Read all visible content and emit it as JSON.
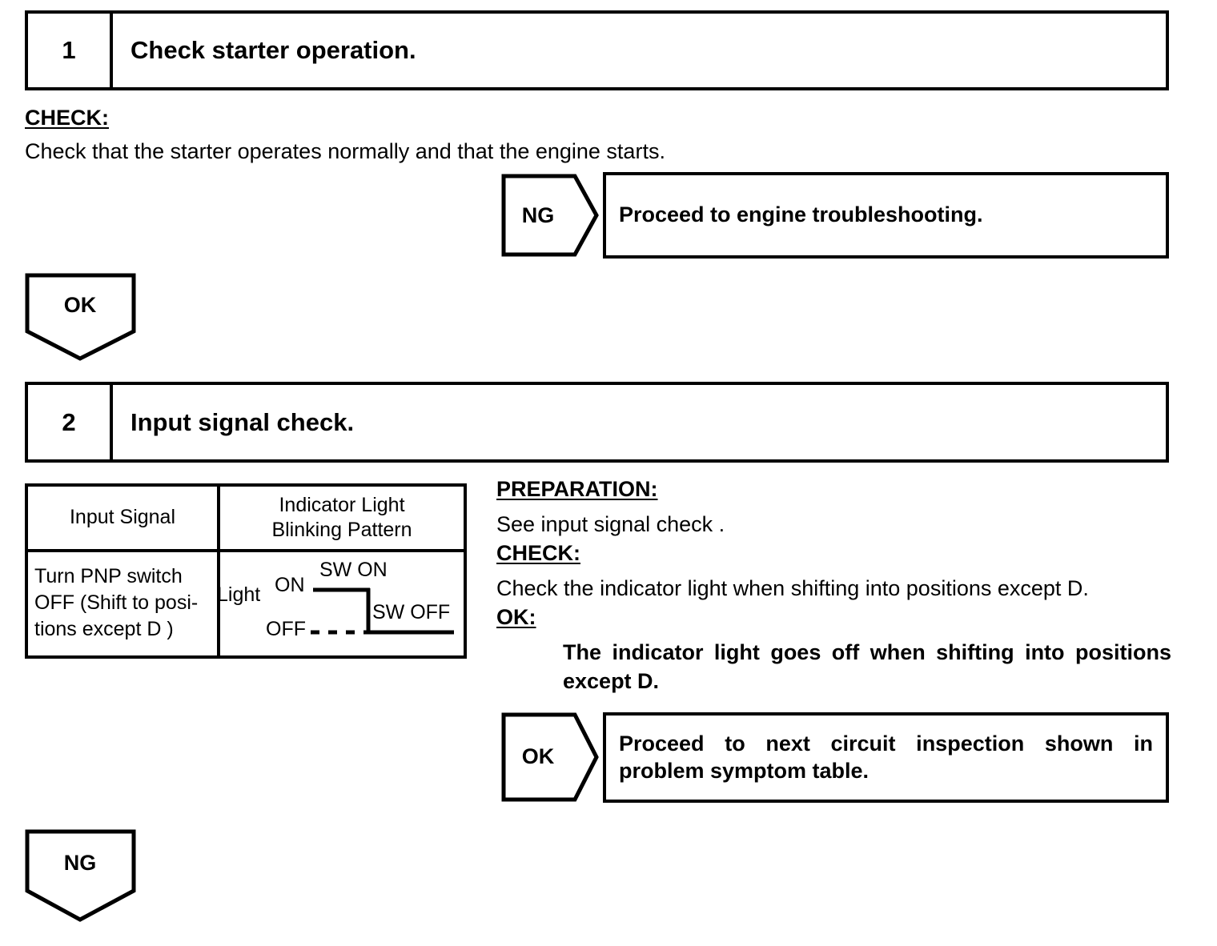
{
  "steps": [
    {
      "number": "1",
      "title": "Check starter operation."
    },
    {
      "number": "2",
      "title": "Input signal check."
    }
  ],
  "step1": {
    "check_label": "CHECK:",
    "check_text": "Check that the starter operates normally and that the engine starts.",
    "ng_arrow": "NG",
    "ng_result": "Proceed to engine troubleshooting.",
    "ok_arrow": "OK"
  },
  "step2": {
    "table": {
      "headers": [
        "Input Signal",
        "Indicator Light\nBlinking Pattern"
      ],
      "row": {
        "input_signal": "Turn PNP switch\nOFF (Shift to posi-\ntions except D )",
        "waveform": {
          "axis_label": "Light",
          "on_label": "ON",
          "off_label": "OFF",
          "sw_on_label": "SW ON",
          "sw_off_label": "SW OFF"
        }
      }
    },
    "preparation_label": "PREPARATION:",
    "preparation_text": "See input signal check .",
    "check_label": "CHECK:",
    "check_text": "Check the indicator light when shifting into positions except D.",
    "ok_label": "OK:",
    "ok_text": "The indicator light goes off when shifting into positions except D.",
    "ok_arrow": "OK",
    "ok_result": "Proceed to next circuit inspection shown in problem symptom table.",
    "ng_arrow": "NG"
  }
}
